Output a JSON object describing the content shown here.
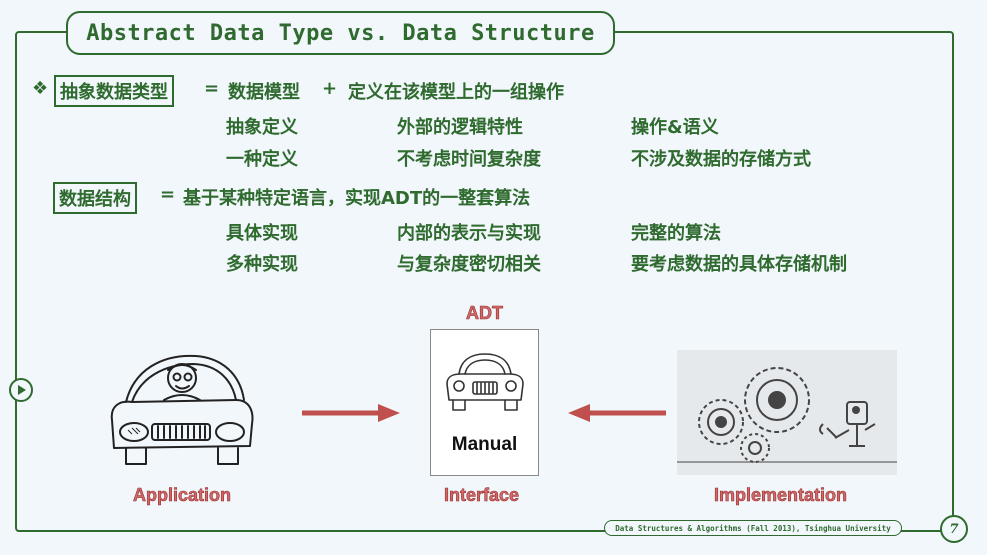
{
  "slide": {
    "title": "Abstract Data Type vs. Data Structure",
    "adt_term": "抽象数据类型",
    "adt_eq": "=",
    "adt_model": "数据模型",
    "adt_plus": "+",
    "adt_ops": "定义在该模型上的一组操作",
    "adt_rows": [
      [
        "抽象定义",
        "外部的逻辑特性",
        "操作&语义"
      ],
      [
        "一种定义",
        "不考虑时间复杂度",
        "不涉及数据的存储方式"
      ]
    ],
    "ds_term": "数据结构",
    "ds_eq": "=",
    "ds_def": "基于某种特定语言，实现ADT的一整套算法",
    "ds_rows": [
      [
        "具体实现",
        "内部的表示与实现",
        "完整的算法"
      ],
      [
        "多种实现",
        "与复杂度密切相关",
        "要考虑数据的具体存储机制"
      ]
    ],
    "adt_label": "ADT",
    "manual_label": "Manual",
    "application_label": "Application",
    "interface_label": "Interface",
    "implementation_label": "Implementation",
    "footer": "Data Structures & Algorithms (Fall 2013), Tsinghua University",
    "page_number": "7"
  },
  "icons": {
    "bullet": "diamond-bullet-icon",
    "play": "play-icon"
  },
  "colors": {
    "green": "#2f6a2f",
    "red_text": "#d06a6a",
    "arrow": "#c0504d",
    "background": "#f2f7fb"
  }
}
